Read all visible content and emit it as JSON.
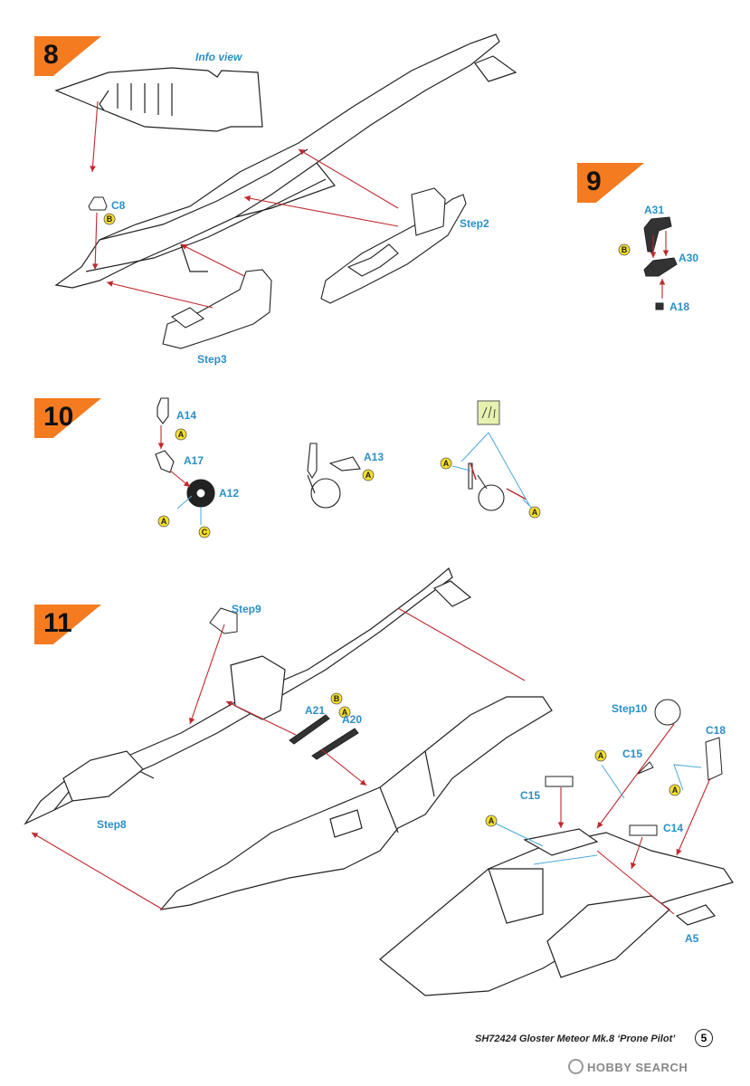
{
  "steps": [
    {
      "number": "8"
    },
    {
      "number": "9"
    },
    {
      "number": "10"
    },
    {
      "number": "11"
    }
  ],
  "labels": {
    "info_view": "Info view",
    "c8": "C8",
    "step2": "Step2",
    "step3": "Step3",
    "a31": "A31",
    "a30": "A30",
    "a18": "A18",
    "a14": "A14",
    "a17": "A17",
    "a12": "A12",
    "a13": "A13",
    "step9": "Step9",
    "a21": "A21",
    "a20": "A20",
    "step8": "Step8",
    "step10": "Step10",
    "c18": "C18",
    "c15_right": "C15",
    "c15_left": "C15",
    "c14": "C14",
    "a5": "A5"
  },
  "paint_codes": {
    "b": "B",
    "a": "A",
    "c": "C"
  },
  "footer": {
    "kit": "SH72424  Gloster Meteor Mk.8 ‘Prone Pilot’",
    "page": "5"
  },
  "watermark": "HOBBY SEARCH",
  "colors": {
    "accent": "#f47b20",
    "label": "#2a8fc7",
    "arrow": "#c0282d",
    "guide": "#49a9d9",
    "paint_badge": "#f6df2a"
  }
}
